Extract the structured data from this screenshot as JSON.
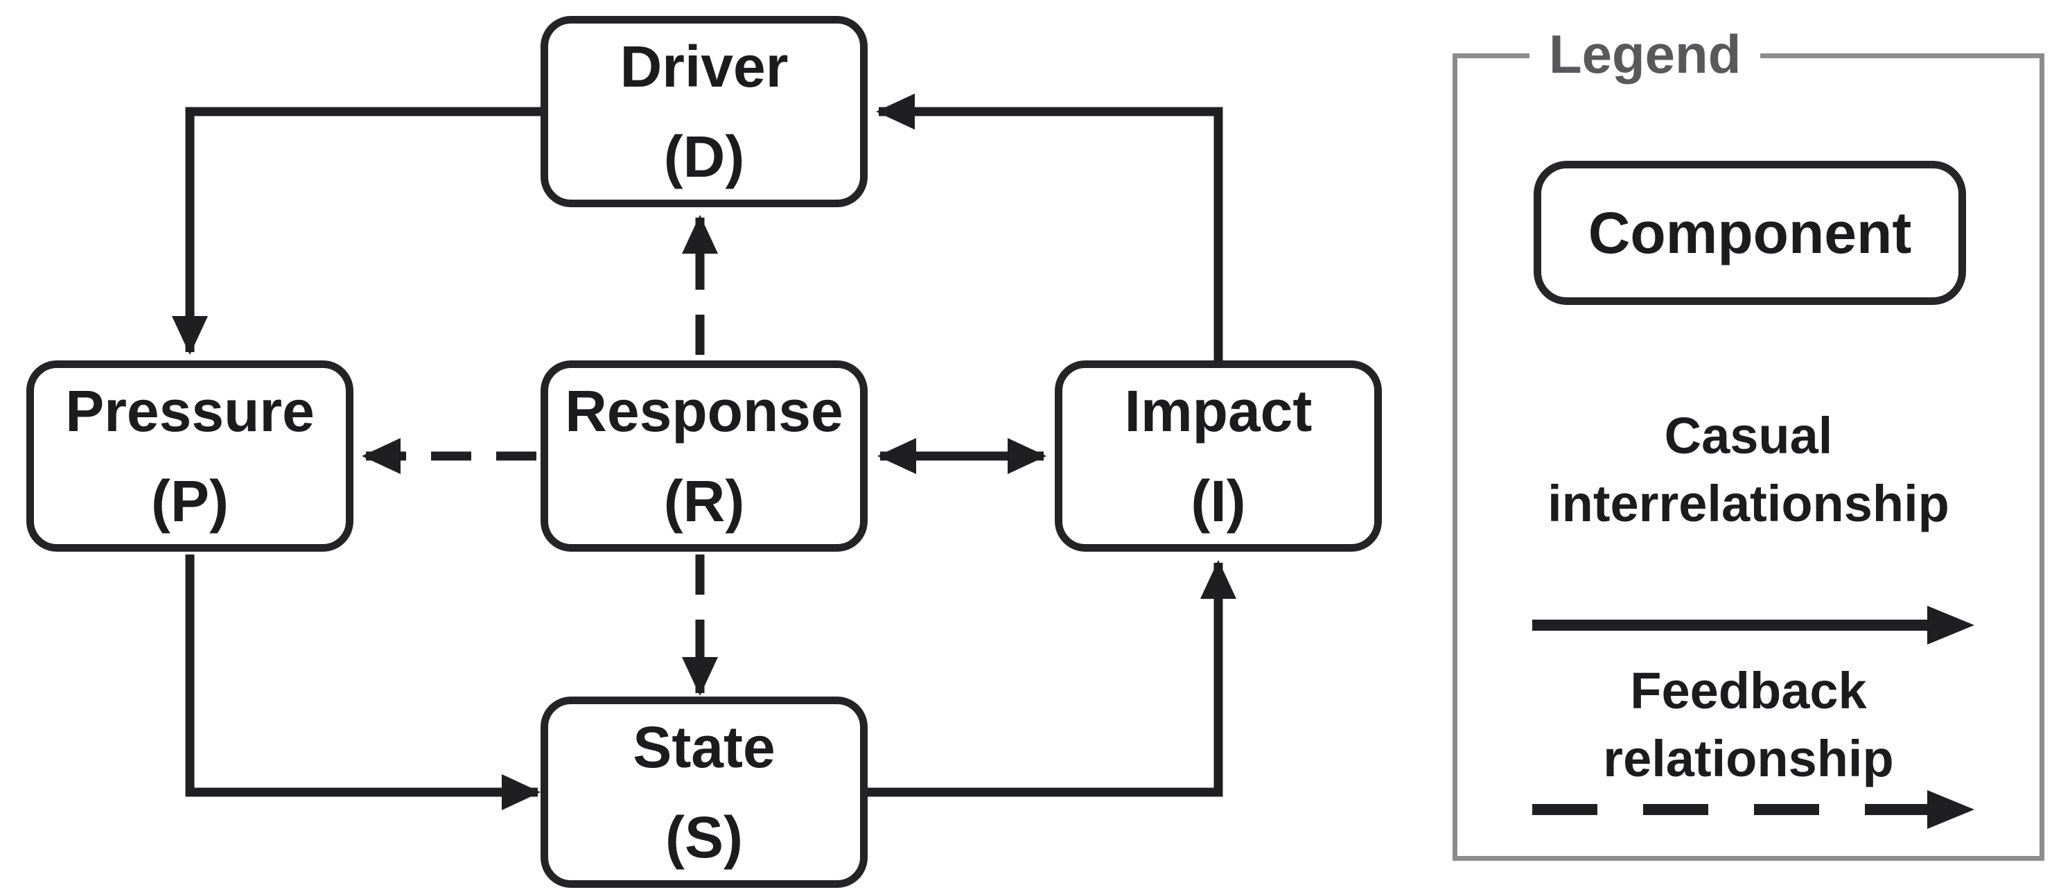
{
  "diagram": {
    "nodes": [
      {
        "id": "driver",
        "label": "Driver",
        "abbr": "(D)"
      },
      {
        "id": "pressure",
        "label": "Pressure",
        "abbr": "(P)"
      },
      {
        "id": "response",
        "label": "Response",
        "abbr": "(R)"
      },
      {
        "id": "impact",
        "label": "Impact",
        "abbr": "(I)"
      },
      {
        "id": "state",
        "label": "State",
        "abbr": "(S)"
      }
    ],
    "edges": [
      {
        "from": "Driver",
        "to": "Pressure",
        "type": "causal interrelationship",
        "style": "solid"
      },
      {
        "from": "Impact",
        "to": "Driver",
        "type": "causal interrelationship",
        "style": "solid"
      },
      {
        "from": "Pressure",
        "to": "State",
        "type": "causal interrelationship",
        "style": "solid"
      },
      {
        "from": "State",
        "to": "Impact",
        "type": "causal interrelationship",
        "style": "solid"
      },
      {
        "from": "Response",
        "to": "Impact",
        "type": "causal interrelationship",
        "style": "solid",
        "bidirectional": true
      },
      {
        "from": "Response",
        "to": "Driver",
        "type": "feedback relationship",
        "style": "dashed"
      },
      {
        "from": "Response",
        "to": "Pressure",
        "type": "feedback relationship",
        "style": "dashed"
      },
      {
        "from": "Response",
        "to": "State",
        "type": "feedback relationship",
        "style": "dashed"
      }
    ]
  },
  "legend": {
    "title": "Legend",
    "component_label": "Component",
    "items": [
      {
        "line1": "Casual",
        "line2": "interrelationship",
        "arrow_style": "solid"
      },
      {
        "line1": "Feedback",
        "line2": "relationship",
        "arrow_style": "dashed"
      }
    ]
  },
  "colors": {
    "ink": "#1f1f21",
    "node_border": "#242426",
    "legend_border": "#8c8c8c",
    "legend_title_text": "#59595b",
    "background": "#ffffff"
  }
}
